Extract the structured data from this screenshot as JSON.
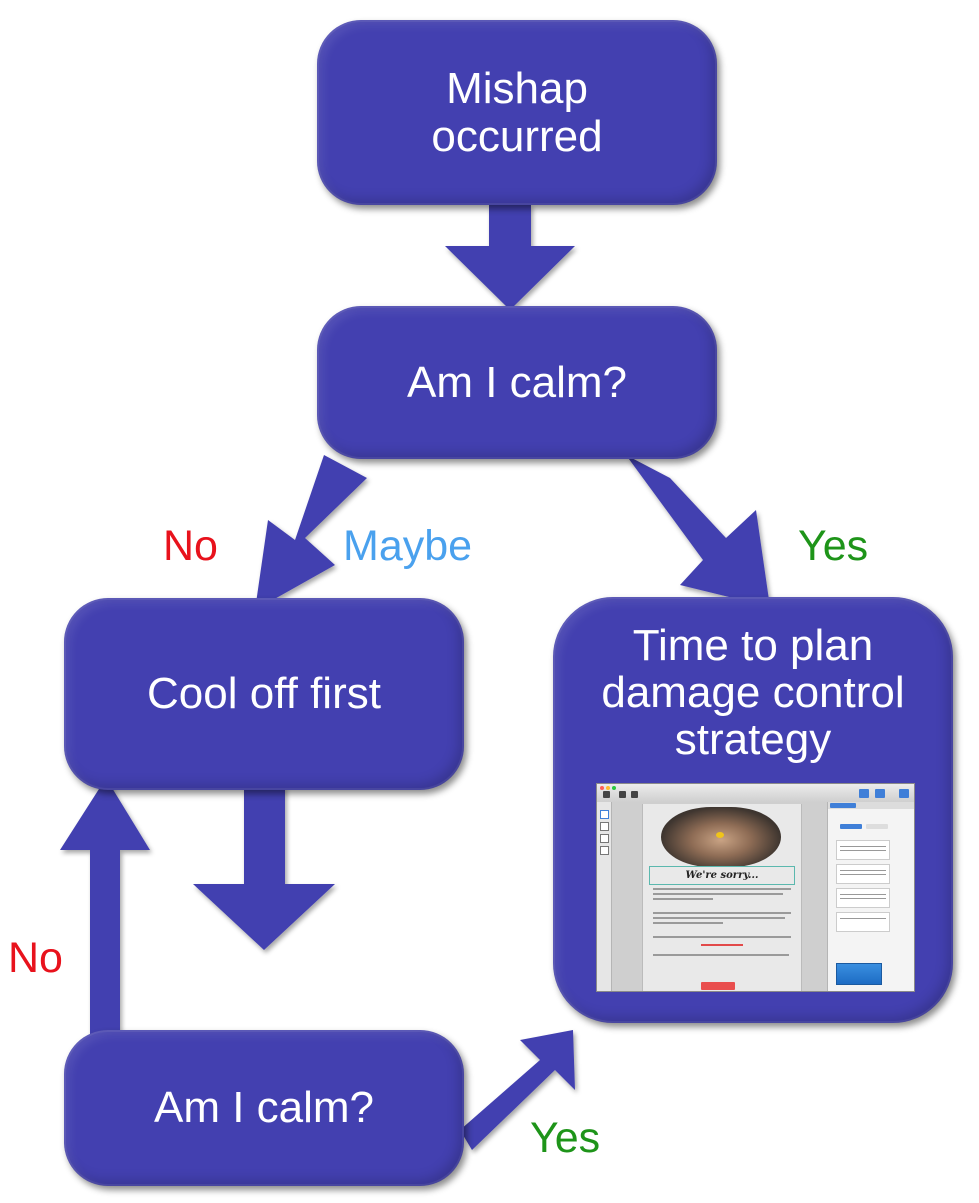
{
  "nodes": {
    "mishap": "Mishap occurred",
    "calm_1": "Am I calm?",
    "cool_off": "Cool off first",
    "plan": "Time to plan damage control strategy",
    "calm_2": "Am I calm?"
  },
  "edge_labels": {
    "no_1": "No",
    "maybe": "Maybe",
    "yes_1": "Yes",
    "no_2": "No",
    "yes_2": "Yes"
  },
  "screenshot": {
    "heading": "We're sorry..."
  },
  "colors": {
    "node_fill": "#4340b0",
    "node_text": "#ffffff",
    "no_label": "#e8121c",
    "maybe_label": "#4aa1ee",
    "yes_label": "#1e9419"
  }
}
